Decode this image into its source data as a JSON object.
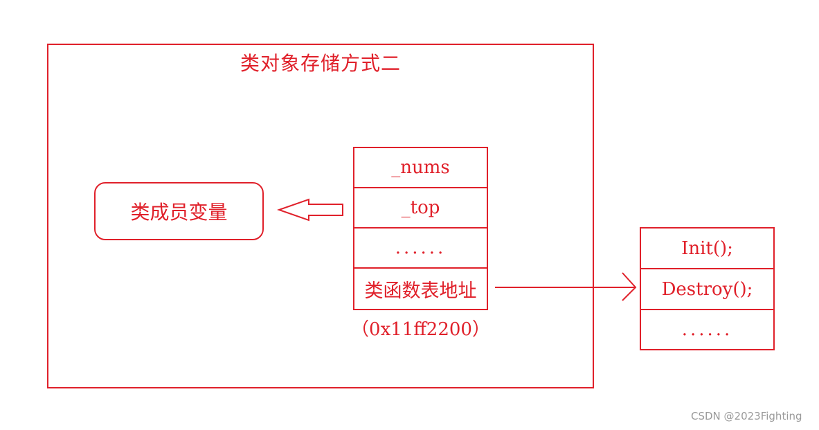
{
  "diagram": {
    "title": "类对象存储方式二",
    "member_vars_label": "类成员变量",
    "object_fields": [
      "_nums",
      "_top",
      "......",
      "类函数表地址"
    ],
    "table_address": "（0x11ff2200）",
    "function_table": [
      "Init();",
      "Destroy();",
      "......"
    ],
    "line_color": "#e0202a"
  },
  "watermark": "CSDN @2023Fighting"
}
